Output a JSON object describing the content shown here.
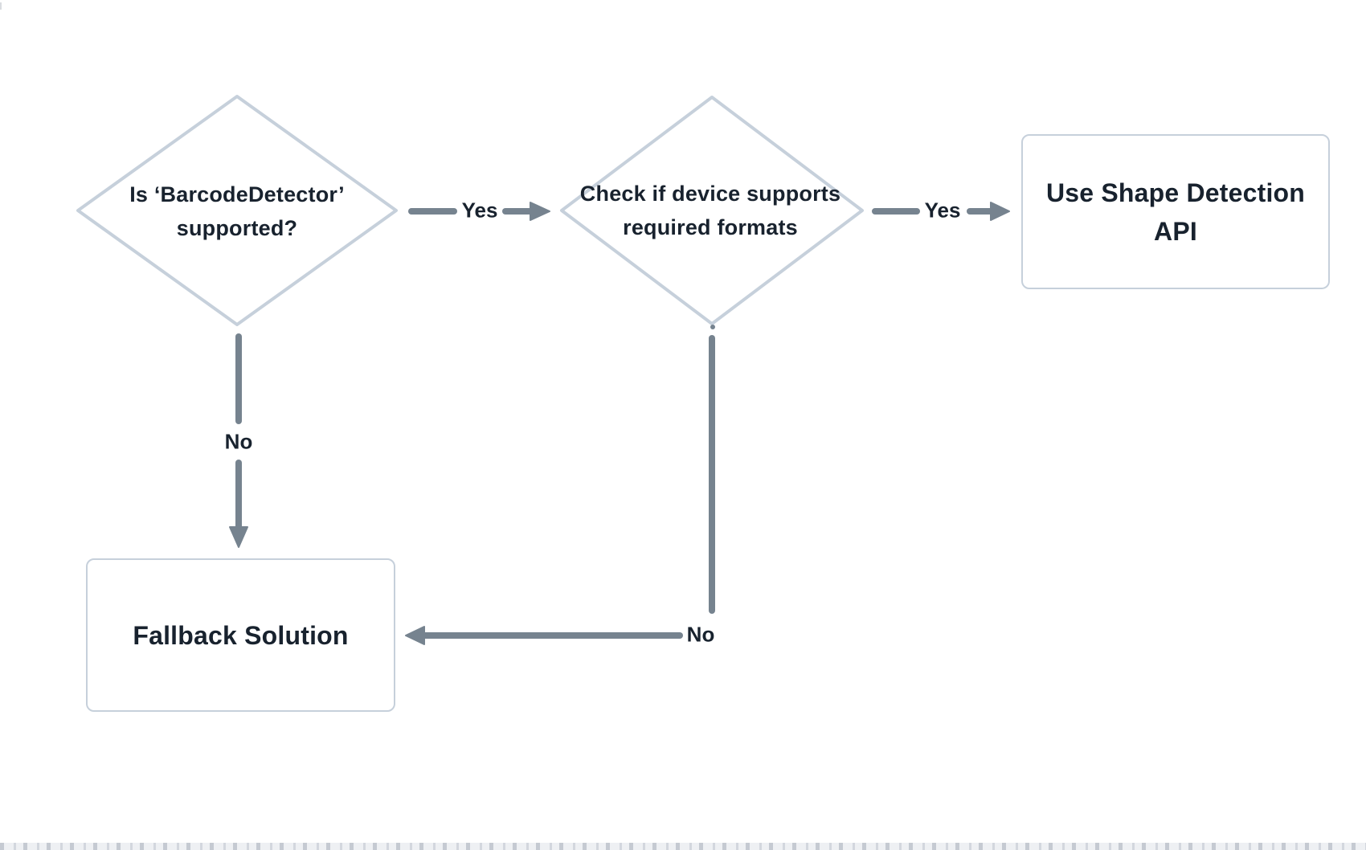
{
  "diagram": {
    "type": "flowchart",
    "background": "#ffffff",
    "colors": {
      "node_border": "#c6d0db",
      "node_fill": "#ffffff",
      "connector": "#76838f",
      "text": "#18222e"
    },
    "nodes": [
      {
        "id": "is-barcodedetector-supported",
        "shape": "decision",
        "lines": [
          "Is ‘BarcodeDetector’",
          "supported?"
        ]
      },
      {
        "id": "check-device-formats",
        "shape": "decision",
        "lines": [
          "Check if device supports",
          "required formats"
        ]
      },
      {
        "id": "use-shape-detection-api",
        "shape": "process",
        "lines": [
          "Use Shape Detection",
          "API"
        ]
      },
      {
        "id": "fallback-solution",
        "shape": "process",
        "lines": [
          "Fallback Solution"
        ]
      }
    ],
    "edges": [
      {
        "from": "is-barcodedetector-supported",
        "to": "check-device-formats",
        "label": "Yes"
      },
      {
        "from": "check-device-formats",
        "to": "use-shape-detection-api",
        "label": "Yes"
      },
      {
        "from": "is-barcodedetector-supported",
        "to": "fallback-solution",
        "label": "No"
      },
      {
        "from": "check-device-formats",
        "to": "fallback-solution",
        "label": "No"
      }
    ]
  }
}
